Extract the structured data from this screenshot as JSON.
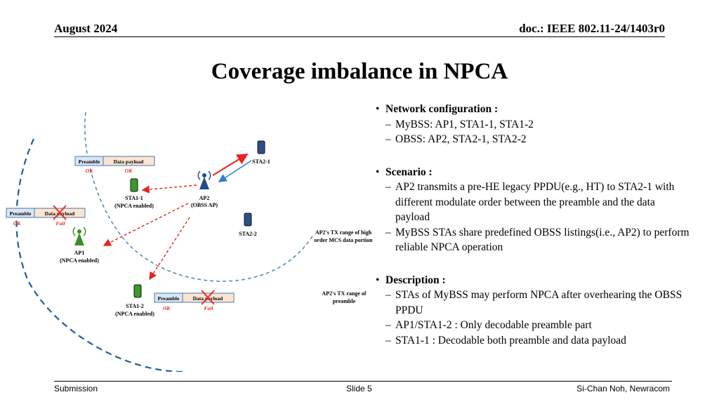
{
  "header": {
    "date": "August 2024",
    "doc": "doc.: IEEE 802.11-24/1403r0"
  },
  "title": "Coverage imbalance in NPCA",
  "bullets": [
    {
      "label": "Network configuration :",
      "subs": [
        "MyBSS: AP1, STA1-1, STA1-2",
        "OBSS: AP2, STA2-1, STA2-2"
      ]
    },
    {
      "label": "Scenario :",
      "subs": [
        "AP2 transmits a pre-HE legacy PPDU(e.g., HT) to STA2-1 with different modulate order between the preamble and the data payload",
        "MyBSS STAs share predefined OBSS listings(i.e., AP2) to perform reliable NPCA operation"
      ]
    },
    {
      "label": "Description :",
      "subs": [
        "STAs of MyBSS may perform NPCA after overhearing the OBSS PPDU",
        "AP1/STA1-2 : Only decodable preamble part",
        "STA1-1 : Decodable both preamble and data payload"
      ]
    }
  ],
  "diagram": {
    "preamble_label": "Preamble",
    "payload_label": "Data payload",
    "ok": "OK",
    "fail": "Fail",
    "sta2_1": "STA2-1",
    "sta2_2": "STA2-2",
    "ap2": "AP2",
    "ap2_sub": "(OBSS AP)",
    "sta1_1": "STA1-1",
    "sta1_1_sub": "(NPCA enabled)",
    "ap1": "AP1",
    "ap1_sub": "(NPCA enabled)",
    "sta1_2": "STA1-2",
    "sta1_2_sub": "(NPCA enabled)",
    "range_high_1": "AP2's TX range of high",
    "range_high_2": "order MCS data portion",
    "range_pre_1": "AP2's TX range of",
    "range_pre_2": "preamble"
  },
  "footer": {
    "left": "Submission",
    "center": "Slide 5",
    "right": "Si-Chan Noh, Newracom"
  },
  "colors": {
    "arrow_red": "#e8231f",
    "arrow_blue": "#2f7fd0",
    "range_blue": "#1f5f9e",
    "box_border": "#4a76b0",
    "fail_red": "#e8231f",
    "ap_green": "#3a8f2a",
    "ap2_blue": "#1e4d8c"
  }
}
